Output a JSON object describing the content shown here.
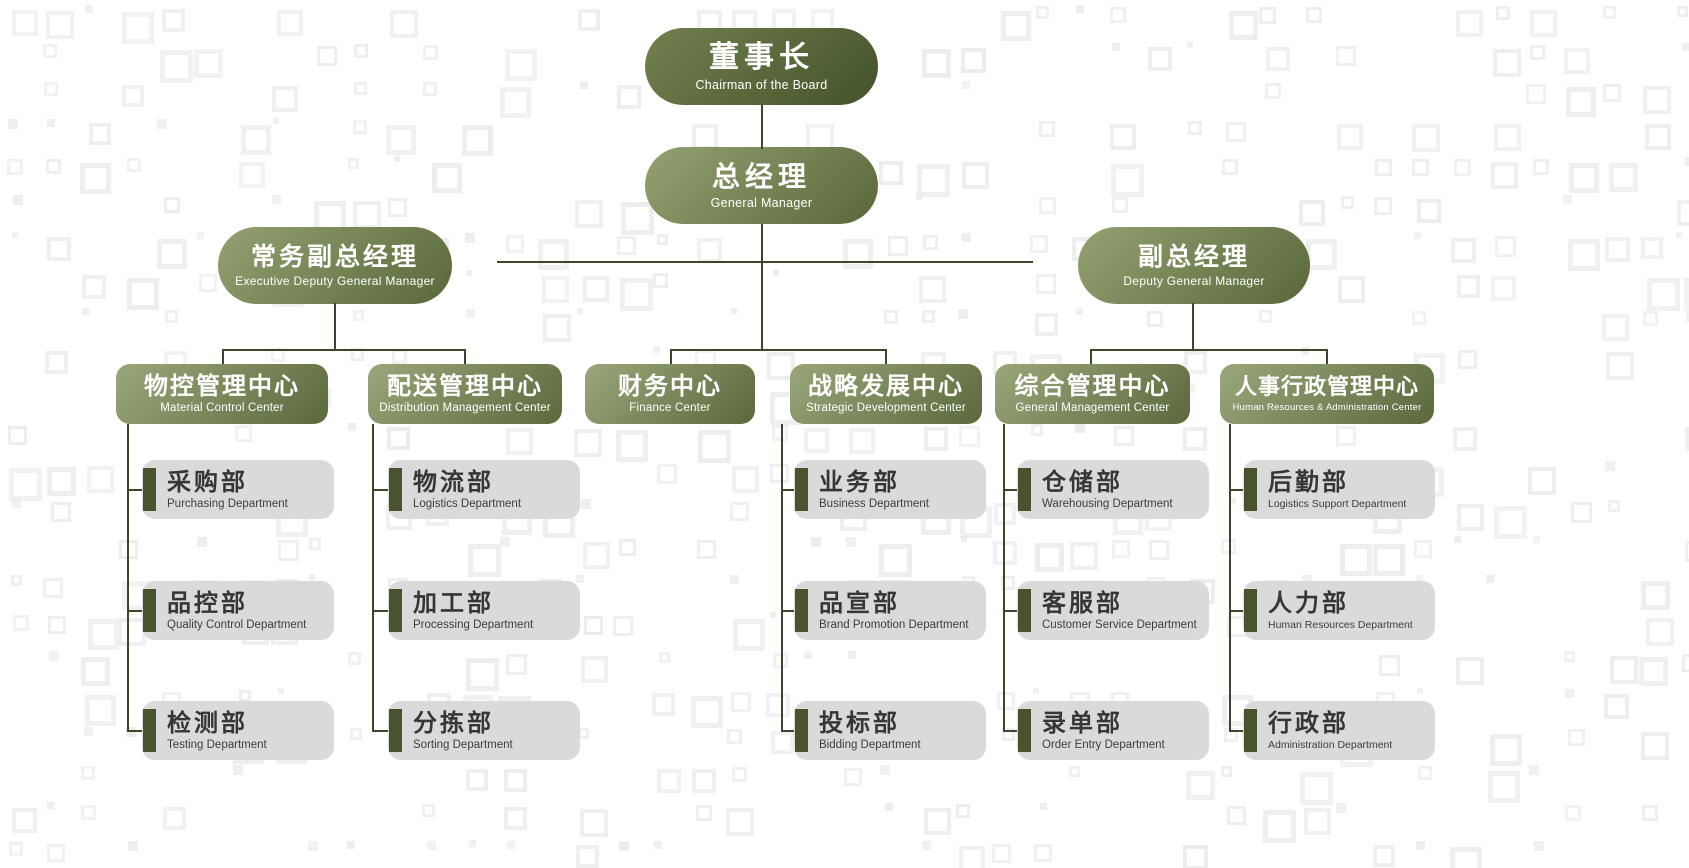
{
  "chart": {
    "type": "org-chart",
    "root": {
      "title": "董事长",
      "subtitle": "Chairman of the Board"
    },
    "general_manager": {
      "title": "总经理",
      "subtitle": "General Manager"
    },
    "deputies": [
      {
        "title": "常务副总经理",
        "subtitle": "Executive Deputy General Manager"
      },
      {
        "title": "副总经理",
        "subtitle": "Deputy General Manager"
      }
    ],
    "centers": [
      {
        "title": "物控管理中心",
        "subtitle": "Material Control Center",
        "departments": [
          {
            "title": "采购部",
            "subtitle": "Purchasing Department"
          },
          {
            "title": "品控部",
            "subtitle": "Quality Control Department"
          },
          {
            "title": "检测部",
            "subtitle": "Testing Department"
          }
        ]
      },
      {
        "title": "配送管理中心",
        "subtitle": "Distribution Management Center",
        "departments": [
          {
            "title": "物流部",
            "subtitle": "Logistics Department"
          },
          {
            "title": "加工部",
            "subtitle": "Processing Department"
          },
          {
            "title": "分拣部",
            "subtitle": "Sorting Department"
          }
        ]
      },
      {
        "title": "财务中心",
        "subtitle": "Finance Center",
        "departments": []
      },
      {
        "title": "战略发展中心",
        "subtitle": "Strategic Development Center",
        "departments": [
          {
            "title": "业务部",
            "subtitle": "Business Department"
          },
          {
            "title": "品宣部",
            "subtitle": "Brand Promotion Department"
          },
          {
            "title": "投标部",
            "subtitle": "Bidding Department"
          }
        ]
      },
      {
        "title": "综合管理中心",
        "subtitle": "General Management Center",
        "departments": [
          {
            "title": "仓储部",
            "subtitle": "Warehousing Department"
          },
          {
            "title": "客服部",
            "subtitle": "Customer Service Department"
          },
          {
            "title": "录单部",
            "subtitle": "Order Entry Department"
          }
        ]
      },
      {
        "title": "人事行政管理中心",
        "subtitle": "Human Resources & Administration Center",
        "departments": [
          {
            "title": "后勤部",
            "subtitle": "Logistics Support Department"
          },
          {
            "title": "人力部",
            "subtitle": "Human Resources Department"
          },
          {
            "title": "行政部",
            "subtitle": "Administration Department"
          }
        ]
      }
    ],
    "colors": {
      "pill_dark_start": "#72814f",
      "pill_dark_end": "#44522a",
      "pill_light_start": "#94a272",
      "pill_light_end": "#59683a",
      "header_start": "#9aa77b",
      "header_end": "#5a693c",
      "connector": "#3c472a",
      "card_bg": "#dadada",
      "card_tab": "#48542d",
      "card_title": "#363632"
    }
  }
}
